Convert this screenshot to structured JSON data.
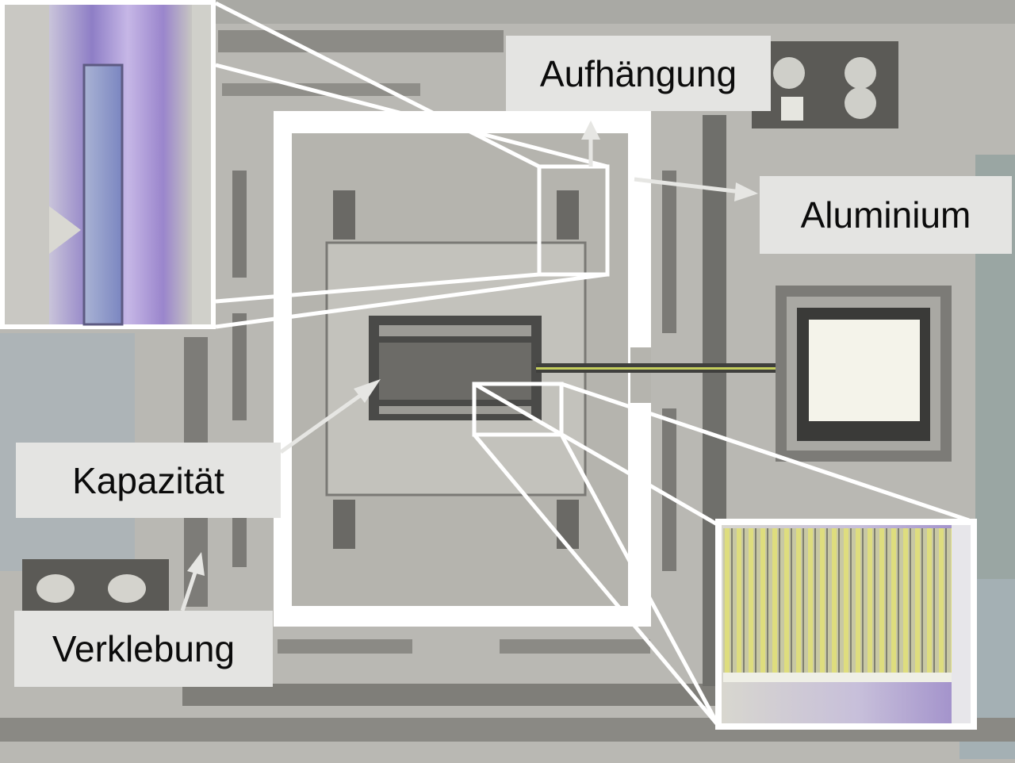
{
  "labels": {
    "suspension": "Aufhängung",
    "aluminium": "Aluminium",
    "capacitance": "Kapazität",
    "bonding": "Verklebung"
  },
  "colors": {
    "chip_background": "#b9b8b3",
    "label_background": "#e4e4e2",
    "frame_white": "#ffffff",
    "trace_dark": "#4a4a48",
    "inset_purple": "#a48ccf",
    "inset_yellow": "#dedd7e"
  }
}
